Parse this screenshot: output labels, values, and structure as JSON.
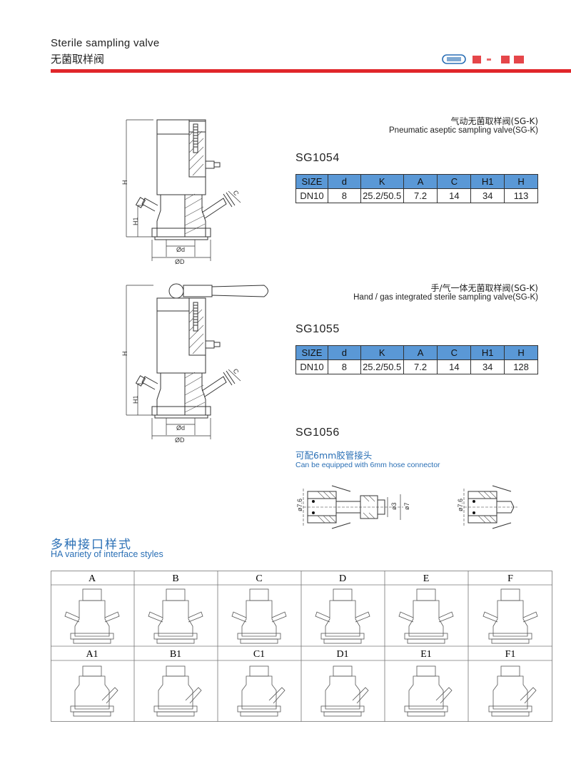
{
  "header": {
    "title_en": "Sterile sampling valve",
    "title_cn": "无菌取样阀",
    "accent_color": "#e0262a"
  },
  "products": [
    {
      "caption_cn": "气动无菌取样阀(SG-K)",
      "caption_en": "Pneumatic aseptic sampling valve(SG-K)",
      "model": "SG1054",
      "table": {
        "headers": [
          "SIZE",
          "d",
          "K",
          "A",
          "C",
          "H1",
          "H"
        ],
        "row": [
          "DN10",
          "8",
          "25.2/50.5",
          "7.2",
          "14",
          "34",
          "113"
        ]
      },
      "dims": {
        "H": "H",
        "H1": "H1",
        "C": "C",
        "d": "Ød",
        "D": "ØD"
      }
    },
    {
      "caption_cn": "手/气一体无菌取样阀(SG-K)",
      "caption_en": "Hand / gas integrated sterile sampling valve(SG-K)",
      "model": "SG1055",
      "table": {
        "headers": [
          "SIZE",
          "d",
          "K",
          "A",
          "C",
          "H1",
          "H"
        ],
        "row": [
          "DN10",
          "8",
          "25.2/50.5",
          "7.2",
          "14",
          "34",
          "128"
        ]
      },
      "dims": {
        "H": "H",
        "H1": "H1",
        "C": "C",
        "d": "Ød",
        "D": "ØD"
      }
    }
  ],
  "sg1056": {
    "model": "SG1056",
    "note_cn": "可配6mm胶管接头",
    "note_en": "Can be equipped with 6mm hose connector",
    "dim_76": "ø7.6",
    "dim_3": "ø3",
    "dim_7": "ø7"
  },
  "interfaces": {
    "title_cn": "多种接口样式",
    "title_en": "HA variety of interface styles",
    "row1": [
      "A",
      "B",
      "C",
      "D",
      "E",
      "F"
    ],
    "row2": [
      "A1",
      "B1",
      "C1",
      "D1",
      "E1",
      "F1"
    ]
  }
}
